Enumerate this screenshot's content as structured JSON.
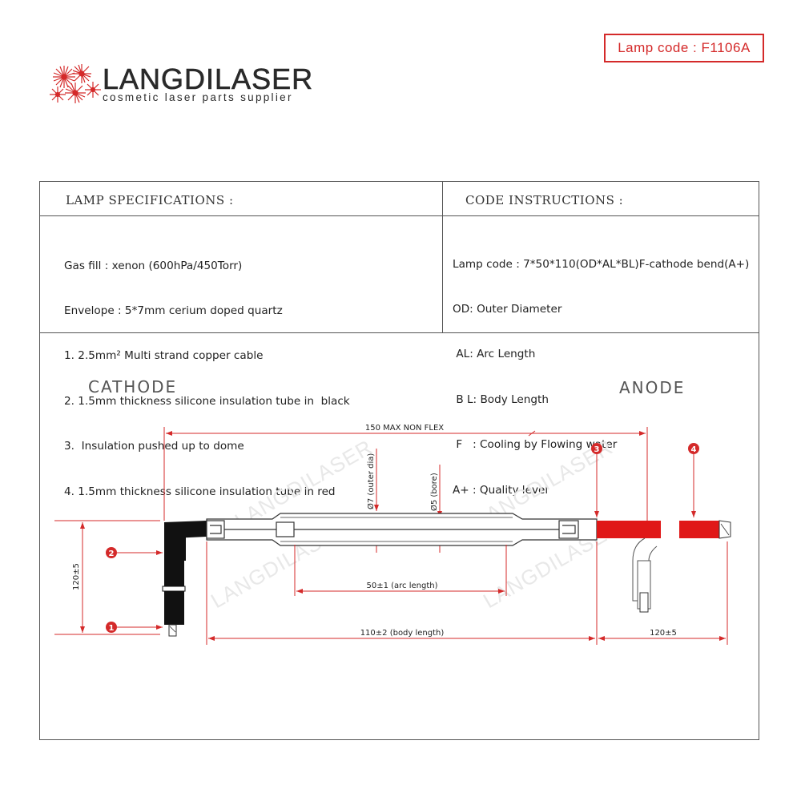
{
  "lamp_code_badge": "Lamp code : F1106A",
  "logo": {
    "wordmark": "LANGDILASER",
    "tagline": "cosmetic laser parts supplier",
    "accent_color": "#d42a2a"
  },
  "specifications": {
    "header": "LAMP SPECIFICATIONS :",
    "lines": [
      "Gas fill : xenon (600hPa/450Torr)",
      "Envelope : 5*7mm cerium doped quartz",
      "1. 2.5mm² Multi strand copper cable",
      "2. 1.5mm thickness silicone insulation tube in  black",
      "3.  Insulation pushed up to dome",
      "4. 1.5mm thickness silicone insulation tube in red"
    ]
  },
  "code_instructions": {
    "header": "CODE INSTRUCTIONS :",
    "lines": [
      "Lamp code : 7*50*110(OD*AL*BL)F-cathode bend(A+)",
      "OD: Outer Diameter",
      " AL: Arc Length",
      " B L: Body Length",
      " F   : Cooling by Flowing water",
      "A+ : Quality level"
    ]
  },
  "diagram": {
    "cathode_label": "CATHODE",
    "anode_label": "ANODE",
    "dim_overall": "150 MAX NON FLEX",
    "dim_outer_dia": "Ø7 (outer dia)",
    "dim_bore": "Ø5 (bore)",
    "dim_arc": "50±1 (arc length)",
    "dim_body": "110±2 (body length)",
    "dim_cathode_lead": "120±5",
    "dim_anode_lead": "120±5",
    "callouts": [
      "1",
      "2",
      "3",
      "4"
    ],
    "watermark": "LANGDILASER",
    "colors": {
      "dimension_red": "#d42a2a",
      "anode_lead": "#e01818",
      "cathode_lead": "#111111"
    }
  }
}
